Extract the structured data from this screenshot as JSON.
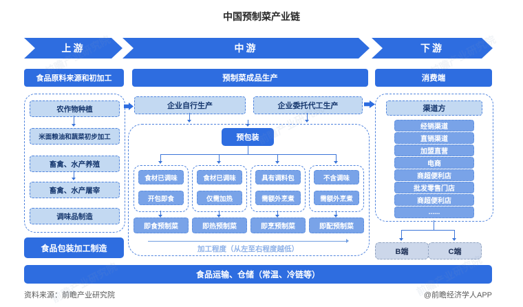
{
  "title": "中国预制菜产业链",
  "stages": [
    "上游",
    "中游",
    "下游"
  ],
  "upstream": {
    "header": "食品原料来源和初加工",
    "items": [
      "农作物种植",
      "米面粮油和蔬菜初步加工",
      "畜禽、水产养殖",
      "畜禽、水产屠宰",
      "调味品制造"
    ],
    "packaging": "食品包装加工制造"
  },
  "midstream": {
    "header": "预制菜成品生产",
    "modes": [
      "企业自行生产",
      "企业委托代工生产"
    ],
    "prepack": "预包装",
    "columns": [
      {
        "traits": [
          "食材已调味",
          "开包即食"
        ],
        "product": "即食预制菜"
      },
      {
        "traits": [
          "食材已调味",
          "仅需加热"
        ],
        "product": "即热预制菜"
      },
      {
        "traits": [
          "具有调料包",
          "需额外烹煮"
        ],
        "product": "即烹预制菜"
      },
      {
        "traits": [
          "不含调味",
          "需额外烹煮"
        ],
        "product": "即配预制菜"
      }
    ],
    "degree_note": "加工程度（从左至右程度越低）"
  },
  "downstream": {
    "header": "消费端",
    "channel_title": "渠道方",
    "channels": [
      "经销渠道",
      "直销渠道",
      "加盟直营",
      "电商",
      "商超便利店",
      "批发零售门店",
      "商超便利店",
      "......"
    ],
    "ends": [
      "B端",
      "C端"
    ]
  },
  "logistics": "食品运输、仓储（常温、冷链等）",
  "footer": {
    "source": "资料来源：前瞻产业研究院",
    "credit": "@前瞻经济学人APP"
  },
  "watermark": "前瞻产业研究院",
  "colors": {
    "primary": "#2e6de0",
    "medium_blue": "#79a3e8",
    "light_blue": "#c3d9f2",
    "dashed_border": "#4d82dd",
    "bc_fill": "#ccd7ea",
    "note_text": "#8fb2e8"
  }
}
